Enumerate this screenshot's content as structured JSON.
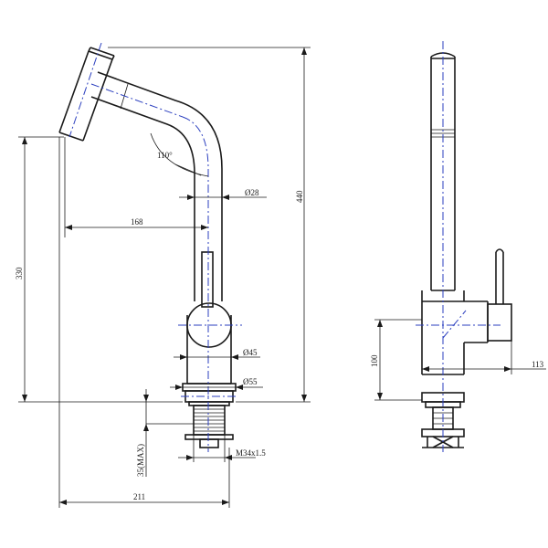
{
  "dimensions": {
    "dia_spout": "Ø28",
    "reach": "168",
    "angle": "110°",
    "total_height": "440",
    "spout_height": "330",
    "dia_body": "Ø45",
    "dia_base": "Ø55",
    "max_thickness": "35(MAX)",
    "thread": "M34x1.5",
    "total_width": "211",
    "handle_height": "100",
    "handle_reach": "113"
  }
}
